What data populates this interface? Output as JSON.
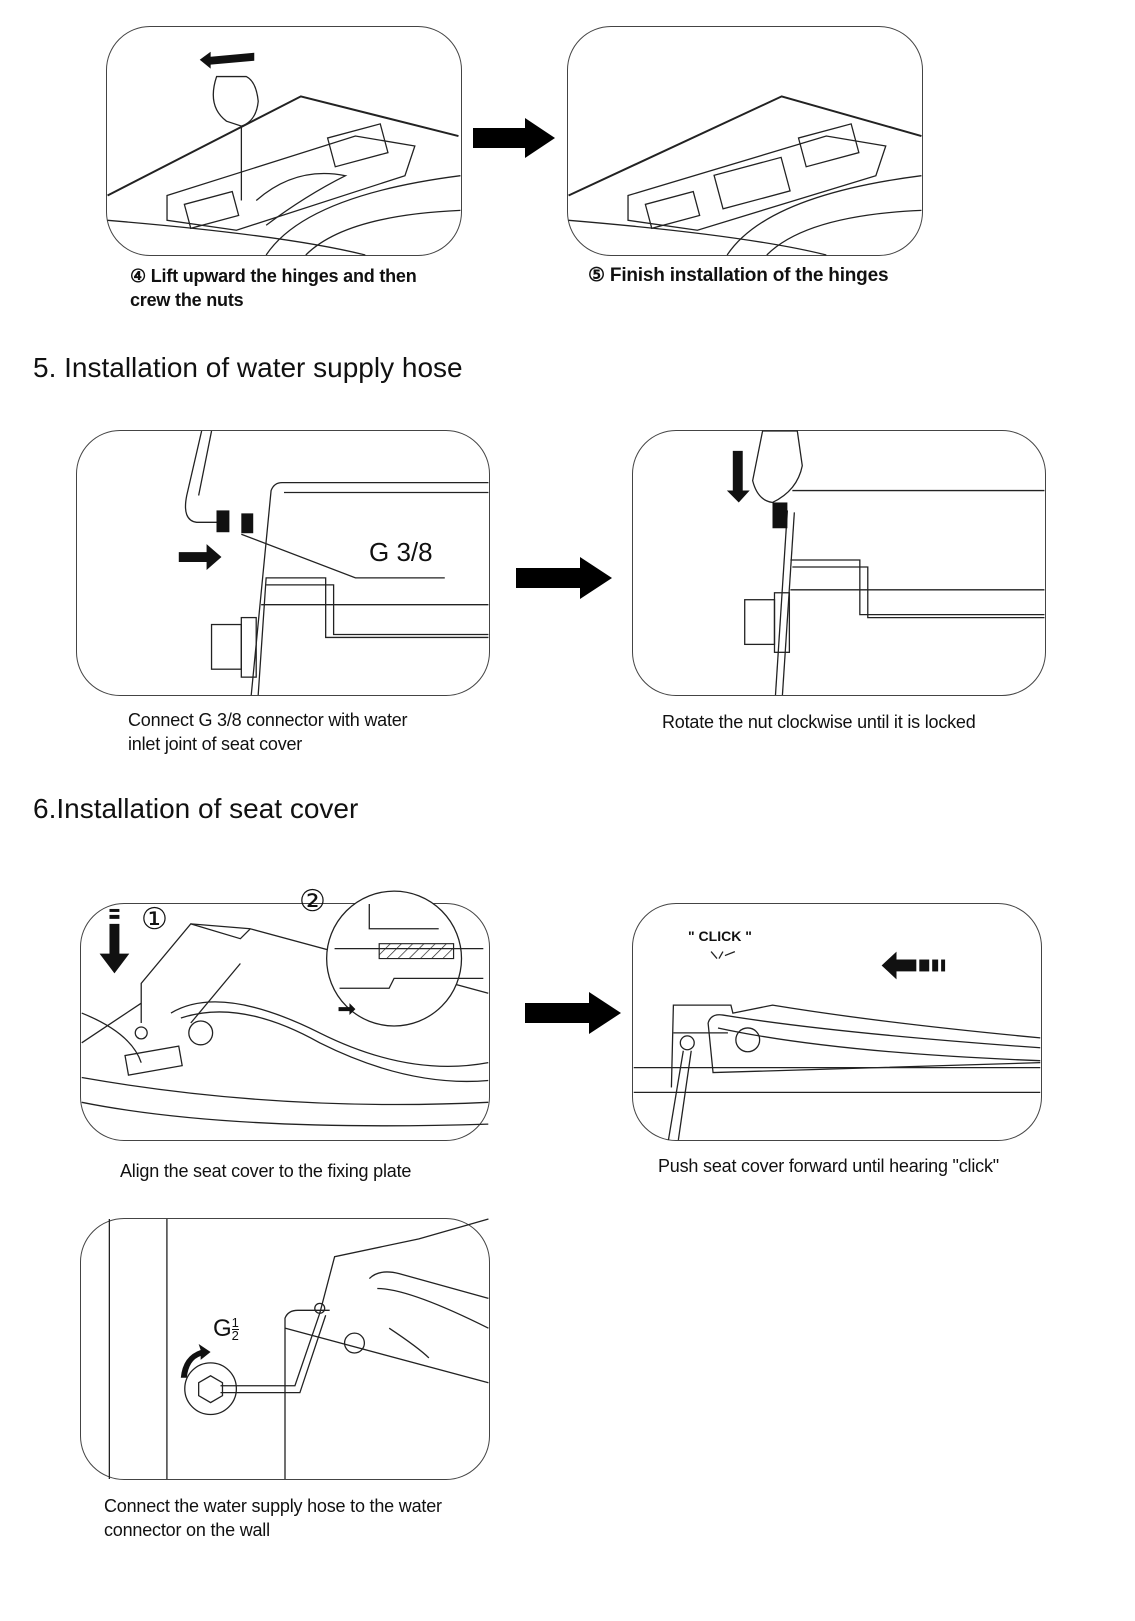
{
  "step_row_1": {
    "left_caption": "④ Lift upward the hinges and then crew the nuts",
    "left_caption_line1": "④ Lift upward the hinges and then",
    "left_caption_line2": "crew the nuts",
    "right_caption": "⑤ Finish installation of the hinges"
  },
  "section_5": {
    "heading": "5. Installation of water supply hose",
    "left_label": "G 3/8",
    "left_caption_line1": "Connect G 3/8 connector with water",
    "left_caption_line2": "inlet joint of seat cover",
    "right_caption": "Rotate the nut clockwise until it is locked"
  },
  "section_6": {
    "heading": "6.Installation of seat cover",
    "step1_marker": "①",
    "step2_marker": "②",
    "click_label": "\" CLICK \"",
    "left_caption": "Align the seat cover to the fixing plate",
    "right_caption": "Push seat cover forward until hearing \"click\"",
    "wall_label_base": "G",
    "wall_label_num": "1",
    "wall_label_den": "2",
    "bottom_caption_line1": "Connect the water supply hose to the water",
    "bottom_caption_line2": "connector on the wall"
  },
  "icons": {
    "step_arrow": "right-arrow-icon",
    "rotate_arrow": "rotate-arrow-icon",
    "push_arrow": "push-arrow-icon"
  }
}
